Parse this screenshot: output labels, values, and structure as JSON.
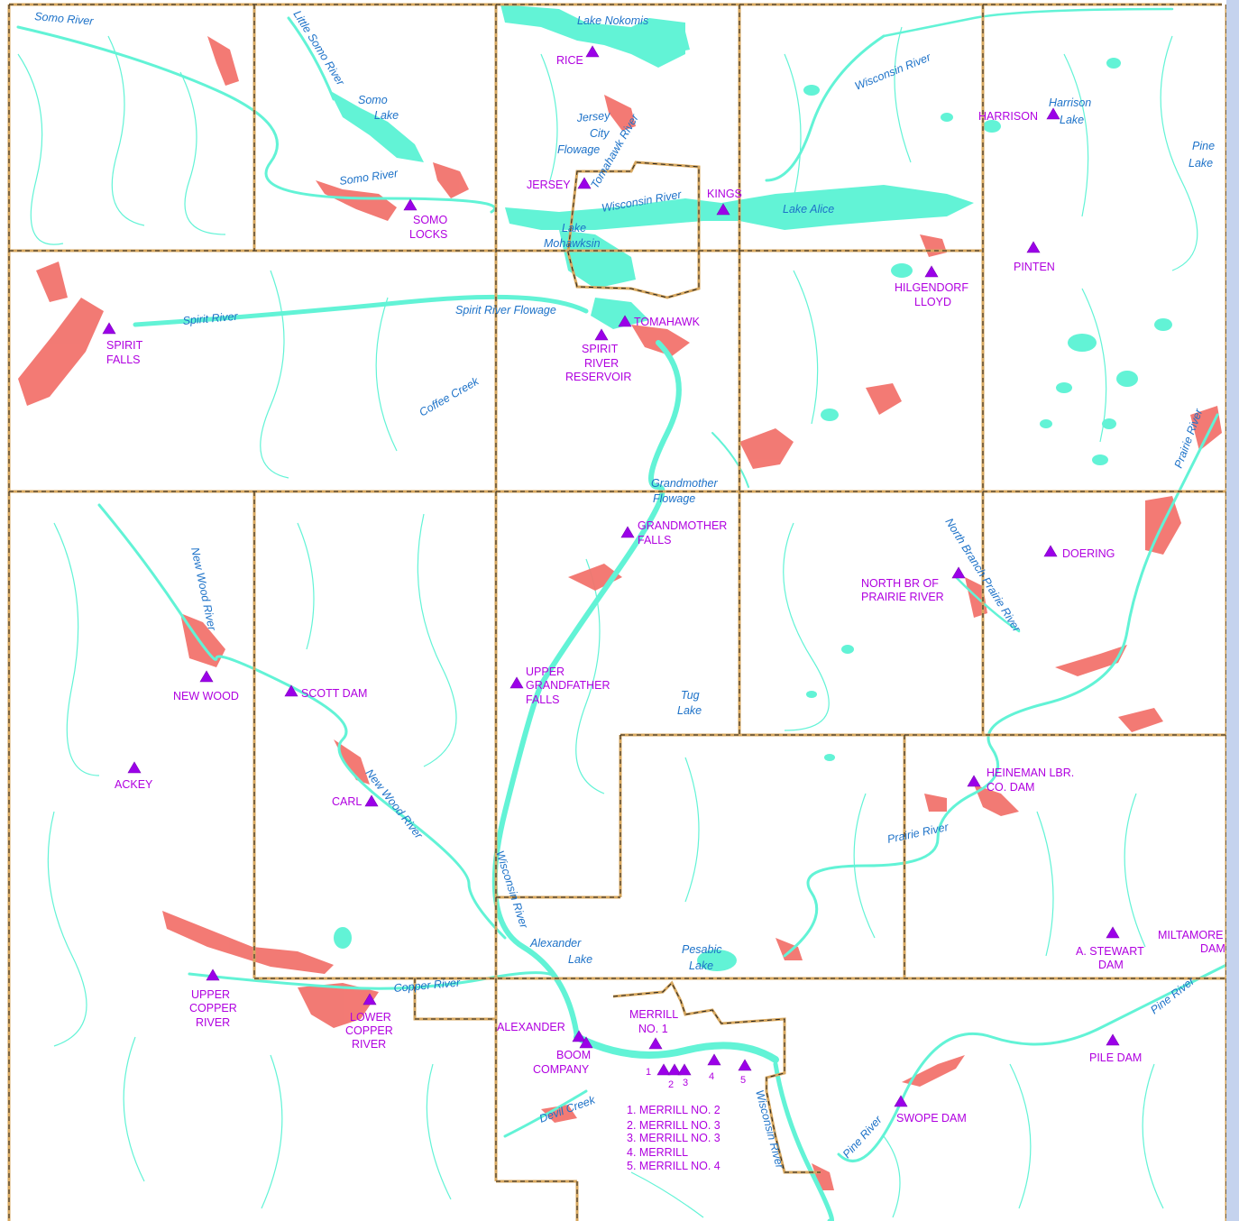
{
  "colors": {
    "background": "#ffffff",
    "water": "#62f3d6",
    "floodplain": "#f2736d",
    "boundary": "#d7a75e",
    "dam": "#9b00e8",
    "dam_text": "#b000e0",
    "water_text": "#1d72c8"
  },
  "water_labels": {
    "somo_river_nw": "Somo River",
    "little_somo_river": "Little Somo River",
    "somo_lake_1": "Somo",
    "somo_lake_2": "Lake",
    "somo_river": "Somo River",
    "lake_nokomis": "Lake Nokomis",
    "jersey_1": "Jersey",
    "jersey_2": "City",
    "jersey_3": "Flowage",
    "tomahawk_river": "Tomahawk River",
    "wisconsin_river_town": "Wisconsin River",
    "lake_mohawksin_1": "Lake",
    "lake_mohawksin_2": "Mohawksin",
    "wisconsin_river_ne": "Wisconsin River",
    "lake_alice": "Lake Alice",
    "harrison_lake_1": "Harrison",
    "harrison_lake_2": "Lake",
    "pine_lake_1": "Pine",
    "pine_lake_2": "Lake",
    "spirit_river": "Spirit River",
    "spirit_river_flowage": "Spirit River Flowage",
    "coffee_creek": "Coffee Creek",
    "prairie_river_ne": "Prairie River",
    "grandmother_flowage_1": "Grandmother",
    "grandmother_flowage_2": "Flowage",
    "new_wood_river_n": "New Wood River",
    "north_branch_prairie": "North Branch Prairie River",
    "tug_lake_1": "Tug",
    "tug_lake_2": "Lake",
    "new_wood_river_s": "New Wood River",
    "wisconsin_river_mid": "Wisconsin River",
    "prairie_river_se": "Prairie River",
    "alexander_lake_1": "Alexander",
    "alexander_lake_2": "Lake",
    "pesabic_lake_1": "Pesabic",
    "pesabic_lake_2": "Lake",
    "copper_river": "Copper River",
    "pine_river_e": "Pine River",
    "devil_creek": "Devil Creek",
    "wisconsin_river_s": "Wisconsin River",
    "pine_river_s": "Pine River"
  },
  "dams": {
    "rice": "RICE",
    "jersey": "JERSEY",
    "kings": "KINGS",
    "harrison": "HARRISON",
    "somo_locks_1": "SOMO",
    "somo_locks_2": "LOCKS",
    "pinten": "PINTEN",
    "hilgendorf_1": "HILGENDORF",
    "hilgendorf_2": "LLOYD",
    "tomahawk": "TOMAHAWK",
    "spirit_falls_1": "SPIRIT",
    "spirit_falls_2": "FALLS",
    "spirit_res_1": "SPIRIT",
    "spirit_res_2": "RIVER",
    "spirit_res_3": "RESERVOIR",
    "grandmother_1": "GRANDMOTHER",
    "grandmother_2": "FALLS",
    "doering": "DOERING",
    "north_br_1": "NORTH BR OF",
    "north_br_2": "PRAIRIE RIVER",
    "new_wood": "NEW WOOD",
    "scott_dam": "SCOTT DAM",
    "upper_gf_1": "UPPER",
    "upper_gf_2": "GRANDFATHER",
    "upper_gf_3": "FALLS",
    "ackey": "ACKEY",
    "heineman_1": "HEINEMAN LBR.",
    "heineman_2": "CO. DAM",
    "carl": "CARL",
    "a_stewart_1": "A. STEWART",
    "a_stewart_2": "DAM",
    "miltamore_1": "MILTAMORE",
    "miltamore_2": "DAM",
    "upper_copper_1": "UPPER",
    "upper_copper_2": "COPPER",
    "upper_copper_3": "RIVER",
    "lower_copper_1": "LOWER",
    "lower_copper_2": "COPPER",
    "lower_copper_3": "RIVER",
    "alexander": "ALEXANDER",
    "merrill_no1_1": "MERRILL",
    "merrill_no1_2": "NO. 1",
    "boom_1": "BOOM",
    "boom_2": "COMPANY",
    "pile_dam": "PILE DAM",
    "swope_dam": "SWOPE DAM",
    "num_1": "1",
    "num_2": "2",
    "num_3": "3",
    "num_4": "4",
    "num_5": "5"
  },
  "merrill_legend": [
    "1. MERRILL NO. 2",
    "2. MERRILL NO. 3",
    "3. MERRILL NO. 3",
    "4. MERRILL",
    "5. MERRILL NO. 4"
  ]
}
